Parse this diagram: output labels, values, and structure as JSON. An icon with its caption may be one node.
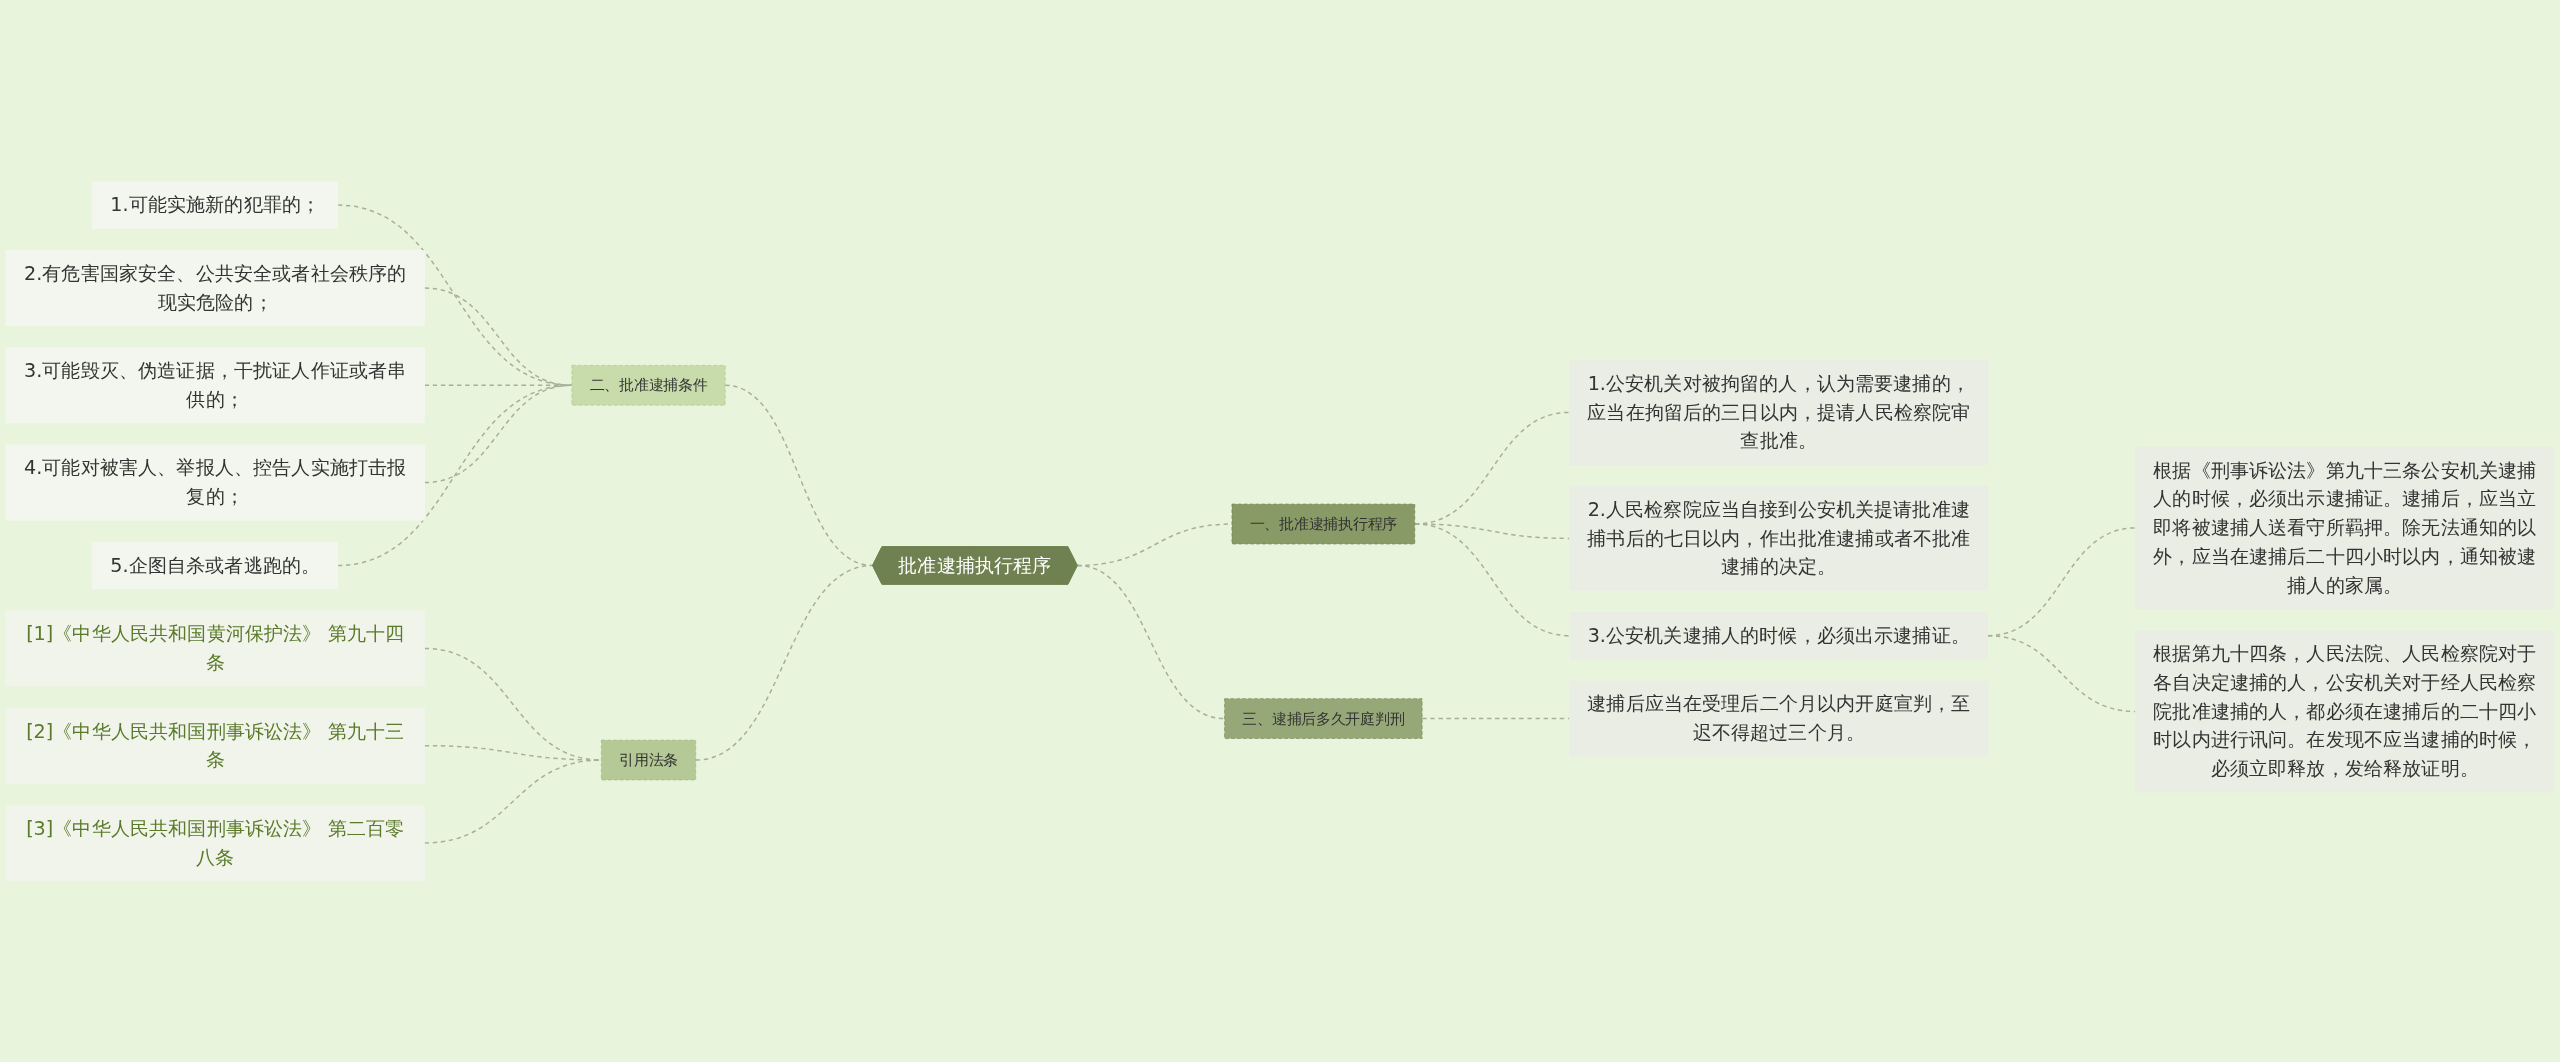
{
  "diagram": {
    "nodes": [
      {
        "text": [
          "批准逮捕执行程序"
        ]
      },
      {
        "text": [
          "一、批准逮捕执行程序"
        ]
      },
      {
        "text": [
          "1.公安机关对被拘留的人，认为需要逮捕的，应当在拘留后的三日以内，提请人民检察院审查批准。"
        ]
      },
      {
        "text": [
          "2.人民检察院应当自接到公安机关提请批准逮捕书后的七日以内，作出批准逮捕或者不批准逮捕的决定。"
        ]
      },
      {
        "text": [
          "3.公安机关逮捕人的时候，必须出示逮捕证。"
        ]
      },
      {
        "text": [
          "根据《刑事诉讼法》第九十三条公安机关逮捕人的时候，必须出示逮捕证。逮捕后，应当立即将被逮捕人送看守所羁押。除无法通知的以外，应当在逮捕后二十四小时以内，通知被逮捕人的家属。"
        ]
      },
      {
        "text": [
          "根据第九十四条，人民法院、人民检察院对于各自决定逮捕的人，公安机关对于经人民检察院批准逮捕的人，都必须在逮捕后的二十四小时以内进行讯问。在发现不应当逮捕的时候，必须立即释放，发给释放证明。"
        ]
      },
      {
        "text": [
          "三、逮捕后多久开庭判刑"
        ]
      },
      {
        "text": [
          "逮捕后应当在受理后二个月以内开庭宣判，至迟不得超过三个月。"
        ]
      },
      {
        "text": [
          "二、批准逮捕条件"
        ]
      },
      {
        "text": [
          "1.可能实施新的犯罪的；"
        ]
      },
      {
        "text": [
          "2.有危害国家安全、公共安全或者社会秩序的现实危险的；"
        ]
      },
      {
        "text": [
          "3.可能毁灭、伪造证据，干扰证人作证或者串供的；"
        ]
      },
      {
        "text": [
          "4.可能对被害人、举报人、控告人实施打击报复的；"
        ]
      },
      {
        "text": [
          "5.企图自杀或者逃跑的。"
        ]
      },
      {
        "text": [
          "引用法条"
        ]
      },
      {
        "text": [
          "[1]《中华人民共和国黄河保护法》 第九十四条"
        ]
      },
      {
        "text": [
          "[2]《中华人民共和国刑事诉讼法》 第九十三条"
        ]
      },
      {
        "text": [
          "[3]《中华人民共和国刑事诉讼法》 第二百零八条"
        ]
      }
    ],
    "edges": [
      {
        "from": 0,
        "to": 1,
        "arrow": "none",
        "style": "dashed"
      },
      {
        "from": 1,
        "to": 2,
        "arrow": "none",
        "style": "dashed"
      },
      {
        "from": 1,
        "to": 3,
        "arrow": "none",
        "style": "dashed"
      },
      {
        "from": 1,
        "to": 4,
        "arrow": "none",
        "style": "dashed"
      },
      {
        "from": 4,
        "to": 5,
        "arrow": "none",
        "style": "dashed"
      },
      {
        "from": 4,
        "to": 6,
        "arrow": "none",
        "style": "dashed"
      },
      {
        "from": 0,
        "to": 7,
        "arrow": "none",
        "style": "dashed"
      },
      {
        "from": 7,
        "to": 8,
        "arrow": "none",
        "style": "dashed"
      },
      {
        "from": 9,
        "to": 0,
        "arrow": "none",
        "style": "dashed"
      },
      {
        "from": 10,
        "to": 9,
        "arrow": "none",
        "style": "dashed"
      },
      {
        "from": 11,
        "to": 9,
        "arrow": "none",
        "style": "dashed"
      },
      {
        "from": 12,
        "to": 9,
        "arrow": "none",
        "style": "dashed"
      },
      {
        "from": 13,
        "to": 9,
        "arrow": "none",
        "style": "dashed"
      },
      {
        "from": 14,
        "to": 9,
        "arrow": "none",
        "style": "dashed"
      },
      {
        "from": 15,
        "to": 0,
        "arrow": "none",
        "style": "dashed"
      },
      {
        "from": 16,
        "to": 15,
        "arrow": "none",
        "style": "dashed"
      },
      {
        "from": 17,
        "to": 15,
        "arrow": "none",
        "style": "dashed"
      },
      {
        "from": 18,
        "to": 15,
        "arrow": "none",
        "style": "dashed"
      }
    ]
  }
}
